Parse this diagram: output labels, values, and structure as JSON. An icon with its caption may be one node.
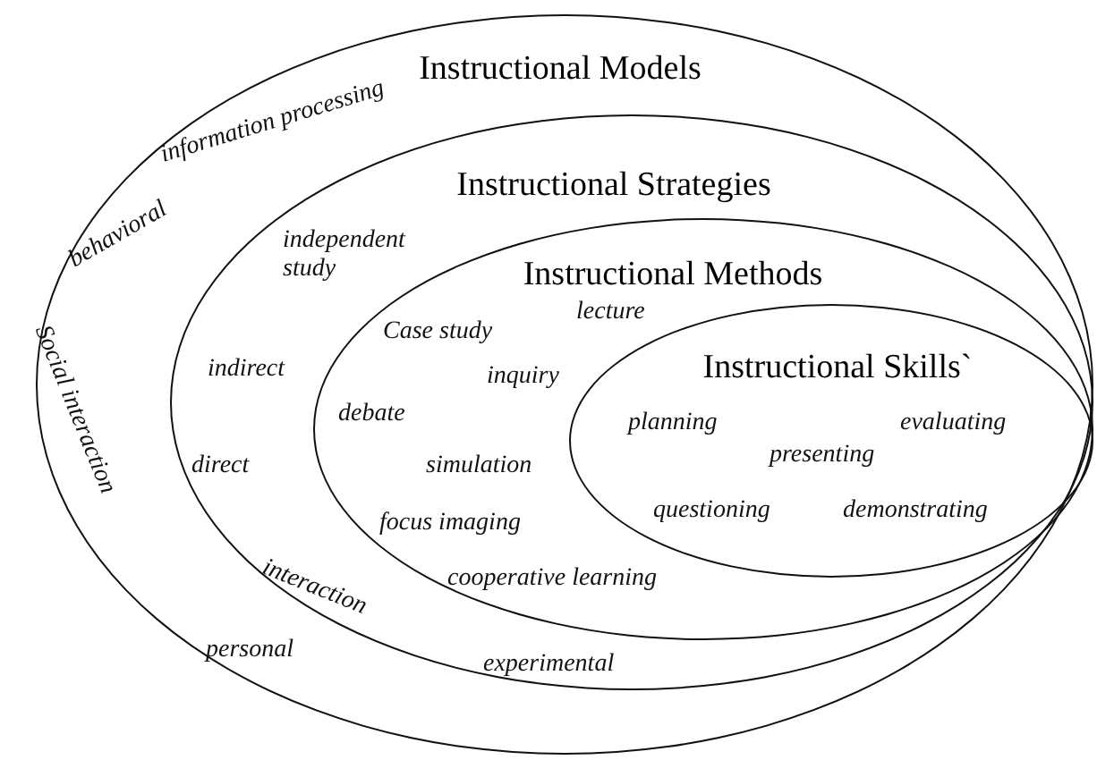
{
  "diagram": {
    "nodes": [
      {
        "text": [
          "Instructional Models"
        ]
      },
      {
        "text": [
          "Instructional Strategies"
        ],
        "in": 0
      },
      {
        "text": [
          "Instructional Methods"
        ],
        "in": 1
      },
      {
        "text": [
          "Instructional Skills`"
        ],
        "in": 2
      }
    ],
    "labels": [
      "information processing",
      "behavioral",
      "independent study",
      "lecture",
      "Case study",
      "Social interaction",
      "indirect",
      "inquiry",
      "debate",
      "planning",
      "evaluating",
      "direct",
      "simulation",
      "presenting",
      "questioning",
      "demonstrating",
      "focus imaging",
      "interaction",
      "cooperative learning",
      "personal",
      "experimental"
    ]
  }
}
